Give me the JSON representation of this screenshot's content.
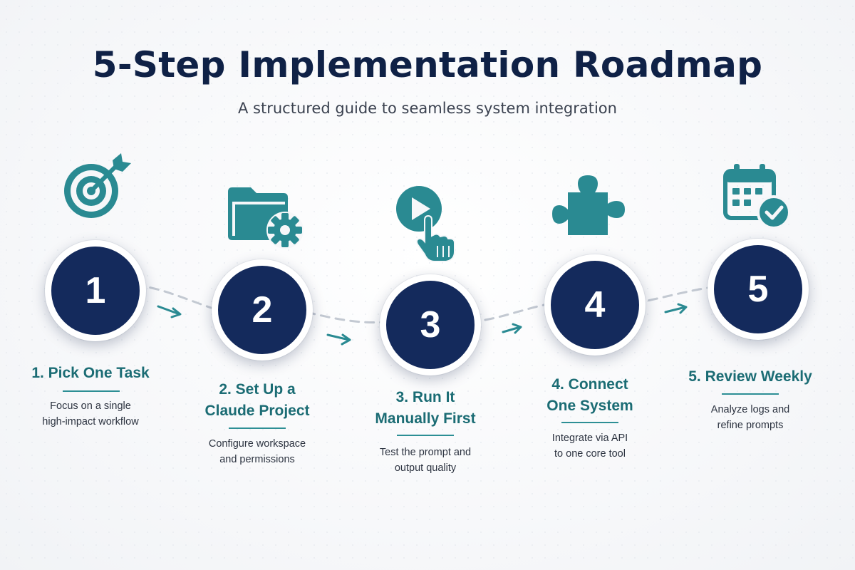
{
  "header": {
    "title": "5-Step Implementation Roadmap",
    "subtitle": "A structured guide to seamless system integration"
  },
  "colors": {
    "navy": "#142a5c",
    "teal": "#2a8a92",
    "title_text": "#0f2146"
  },
  "steps": [
    {
      "number": "1",
      "icon": "target-icon",
      "title": "1. Pick One Task",
      "desc_line1": "Focus on a single",
      "desc_line2": "high-impact workflow"
    },
    {
      "number": "2",
      "icon": "folder-gear-icon",
      "title_line1": "2. Set Up a",
      "title_line2": "Claude Project",
      "desc_line1": "Configure workspace",
      "desc_line2": "and permissions"
    },
    {
      "number": "3",
      "icon": "play-click-icon",
      "title_line1": "3. Run It",
      "title_line2": "Manually First",
      "desc_line1": "Test the prompt and",
      "desc_line2": "output quality"
    },
    {
      "number": "4",
      "icon": "puzzle-piece-icon",
      "title_line1": "4. Connect",
      "title_line2": "One System",
      "desc_line1": "Integrate via API",
      "desc_line2": "to one core tool"
    },
    {
      "number": "5",
      "icon": "calendar-check-icon",
      "title": "5. Review Weekly",
      "desc_line1": "Analyze logs and",
      "desc_line2": "refine prompts"
    }
  ]
}
